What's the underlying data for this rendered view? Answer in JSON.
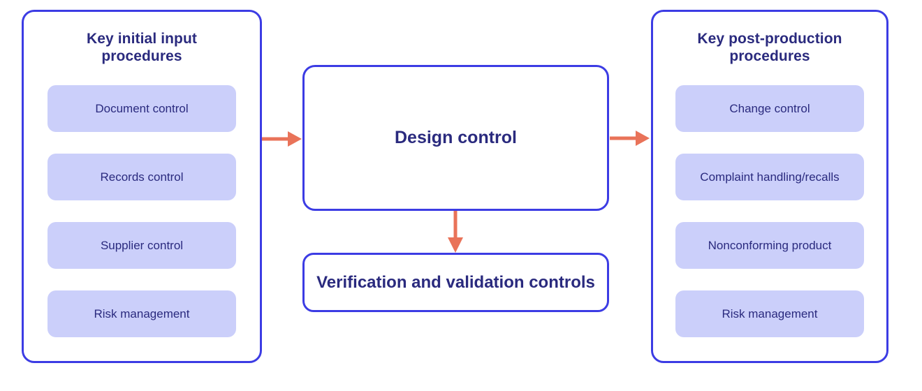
{
  "colors": {
    "canvas_bg": "#ffffff",
    "panel_border": "#3c3ce4",
    "item_bg": "#cbcffa",
    "text": "#2a2a7e",
    "arrow": "#e97359"
  },
  "left_panel": {
    "title": "Key initial input procedures",
    "items": [
      "Document control",
      "Records control",
      "Supplier control",
      "Risk management"
    ]
  },
  "center": {
    "design_label": "Design control",
    "verification_label": "Verification and validation controls"
  },
  "right_panel": {
    "title": "Key post-production procedures",
    "items": [
      "Change control",
      "Complaint handling/recalls",
      "Nonconforming product",
      "Risk management"
    ]
  },
  "connections": [
    {
      "from": "left-panel",
      "to": "design-control-box",
      "direction": "right"
    },
    {
      "from": "design-control-box",
      "to": "right-panel",
      "direction": "right"
    },
    {
      "from": "design-control-box",
      "to": "verification-validation-box",
      "direction": "down"
    }
  ]
}
